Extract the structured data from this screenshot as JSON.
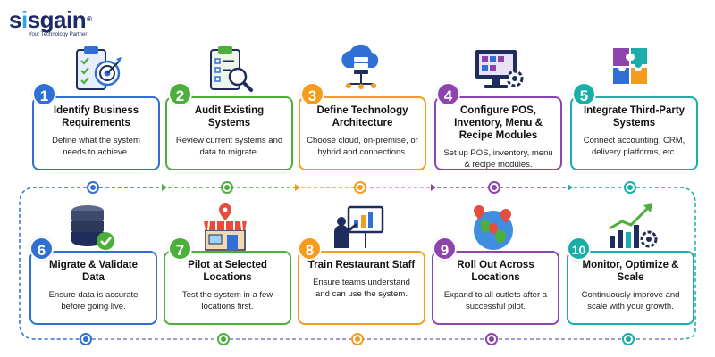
{
  "brand": {
    "name_prefix": "s",
    "name_i": "i",
    "name_suffix": "sgain",
    "registered": "®",
    "tagline": "Your Technology Partner",
    "colors": {
      "s": "#1b2a6b",
      "accent": "#2aa6df"
    }
  },
  "steps": [
    {
      "number": "1",
      "title": "Identify Business Requirements",
      "description": "Define what the system needs to achieve.",
      "icon": "checklist-target-icon",
      "color": "#2f6fd6"
    },
    {
      "number": "2",
      "title": "Audit Existing Systems",
      "description": "Review current systems and data to migrate.",
      "icon": "clipboard-magnifier-icon",
      "color": "#4caf3c"
    },
    {
      "number": "3",
      "title": "Define Technology Architecture",
      "description": "Choose cloud, on-premise, or hybrid and connections.",
      "icon": "cloud-server-icon",
      "color": "#f39c1e"
    },
    {
      "number": "4",
      "title": "Configure POS, Inventory, Menu & Recipe Modules",
      "description": "Set up POS, inventory, menu & recipe modules.",
      "icon": "monitor-gear-icon",
      "color": "#8e44ad"
    },
    {
      "number": "5",
      "title": "Integrate Third-Party Systems",
      "description": "Connect accounting, CRM, delivery platforms, etc.",
      "icon": "puzzle-icon",
      "color": "#1aaea8"
    },
    {
      "number": "6",
      "title": "Migrate & Validate Data",
      "description": "Ensure data is accurate before going live.",
      "icon": "database-check-icon",
      "color": "#2f6fd6"
    },
    {
      "number": "7",
      "title": "Pilot at Selected Locations",
      "description": "Test the system in a few locations first.",
      "icon": "storefront-pin-icon",
      "color": "#4caf3c"
    },
    {
      "number": "8",
      "title": "Train Restaurant Staff",
      "description": "Ensure teams understand and can use the system.",
      "icon": "presentation-icon",
      "color": "#f39c1e"
    },
    {
      "number": "9",
      "title": "Roll Out Across Locations",
      "description": "Expand to all outlets after a successful pilot.",
      "icon": "globe-pins-icon",
      "color": "#8e44ad"
    },
    {
      "number": "10",
      "title": "Monitor, Optimize & Scale",
      "description": "Continuously improve and scale with your growth.",
      "icon": "growth-chart-gear-icon",
      "color": "#1aaea8"
    }
  ]
}
